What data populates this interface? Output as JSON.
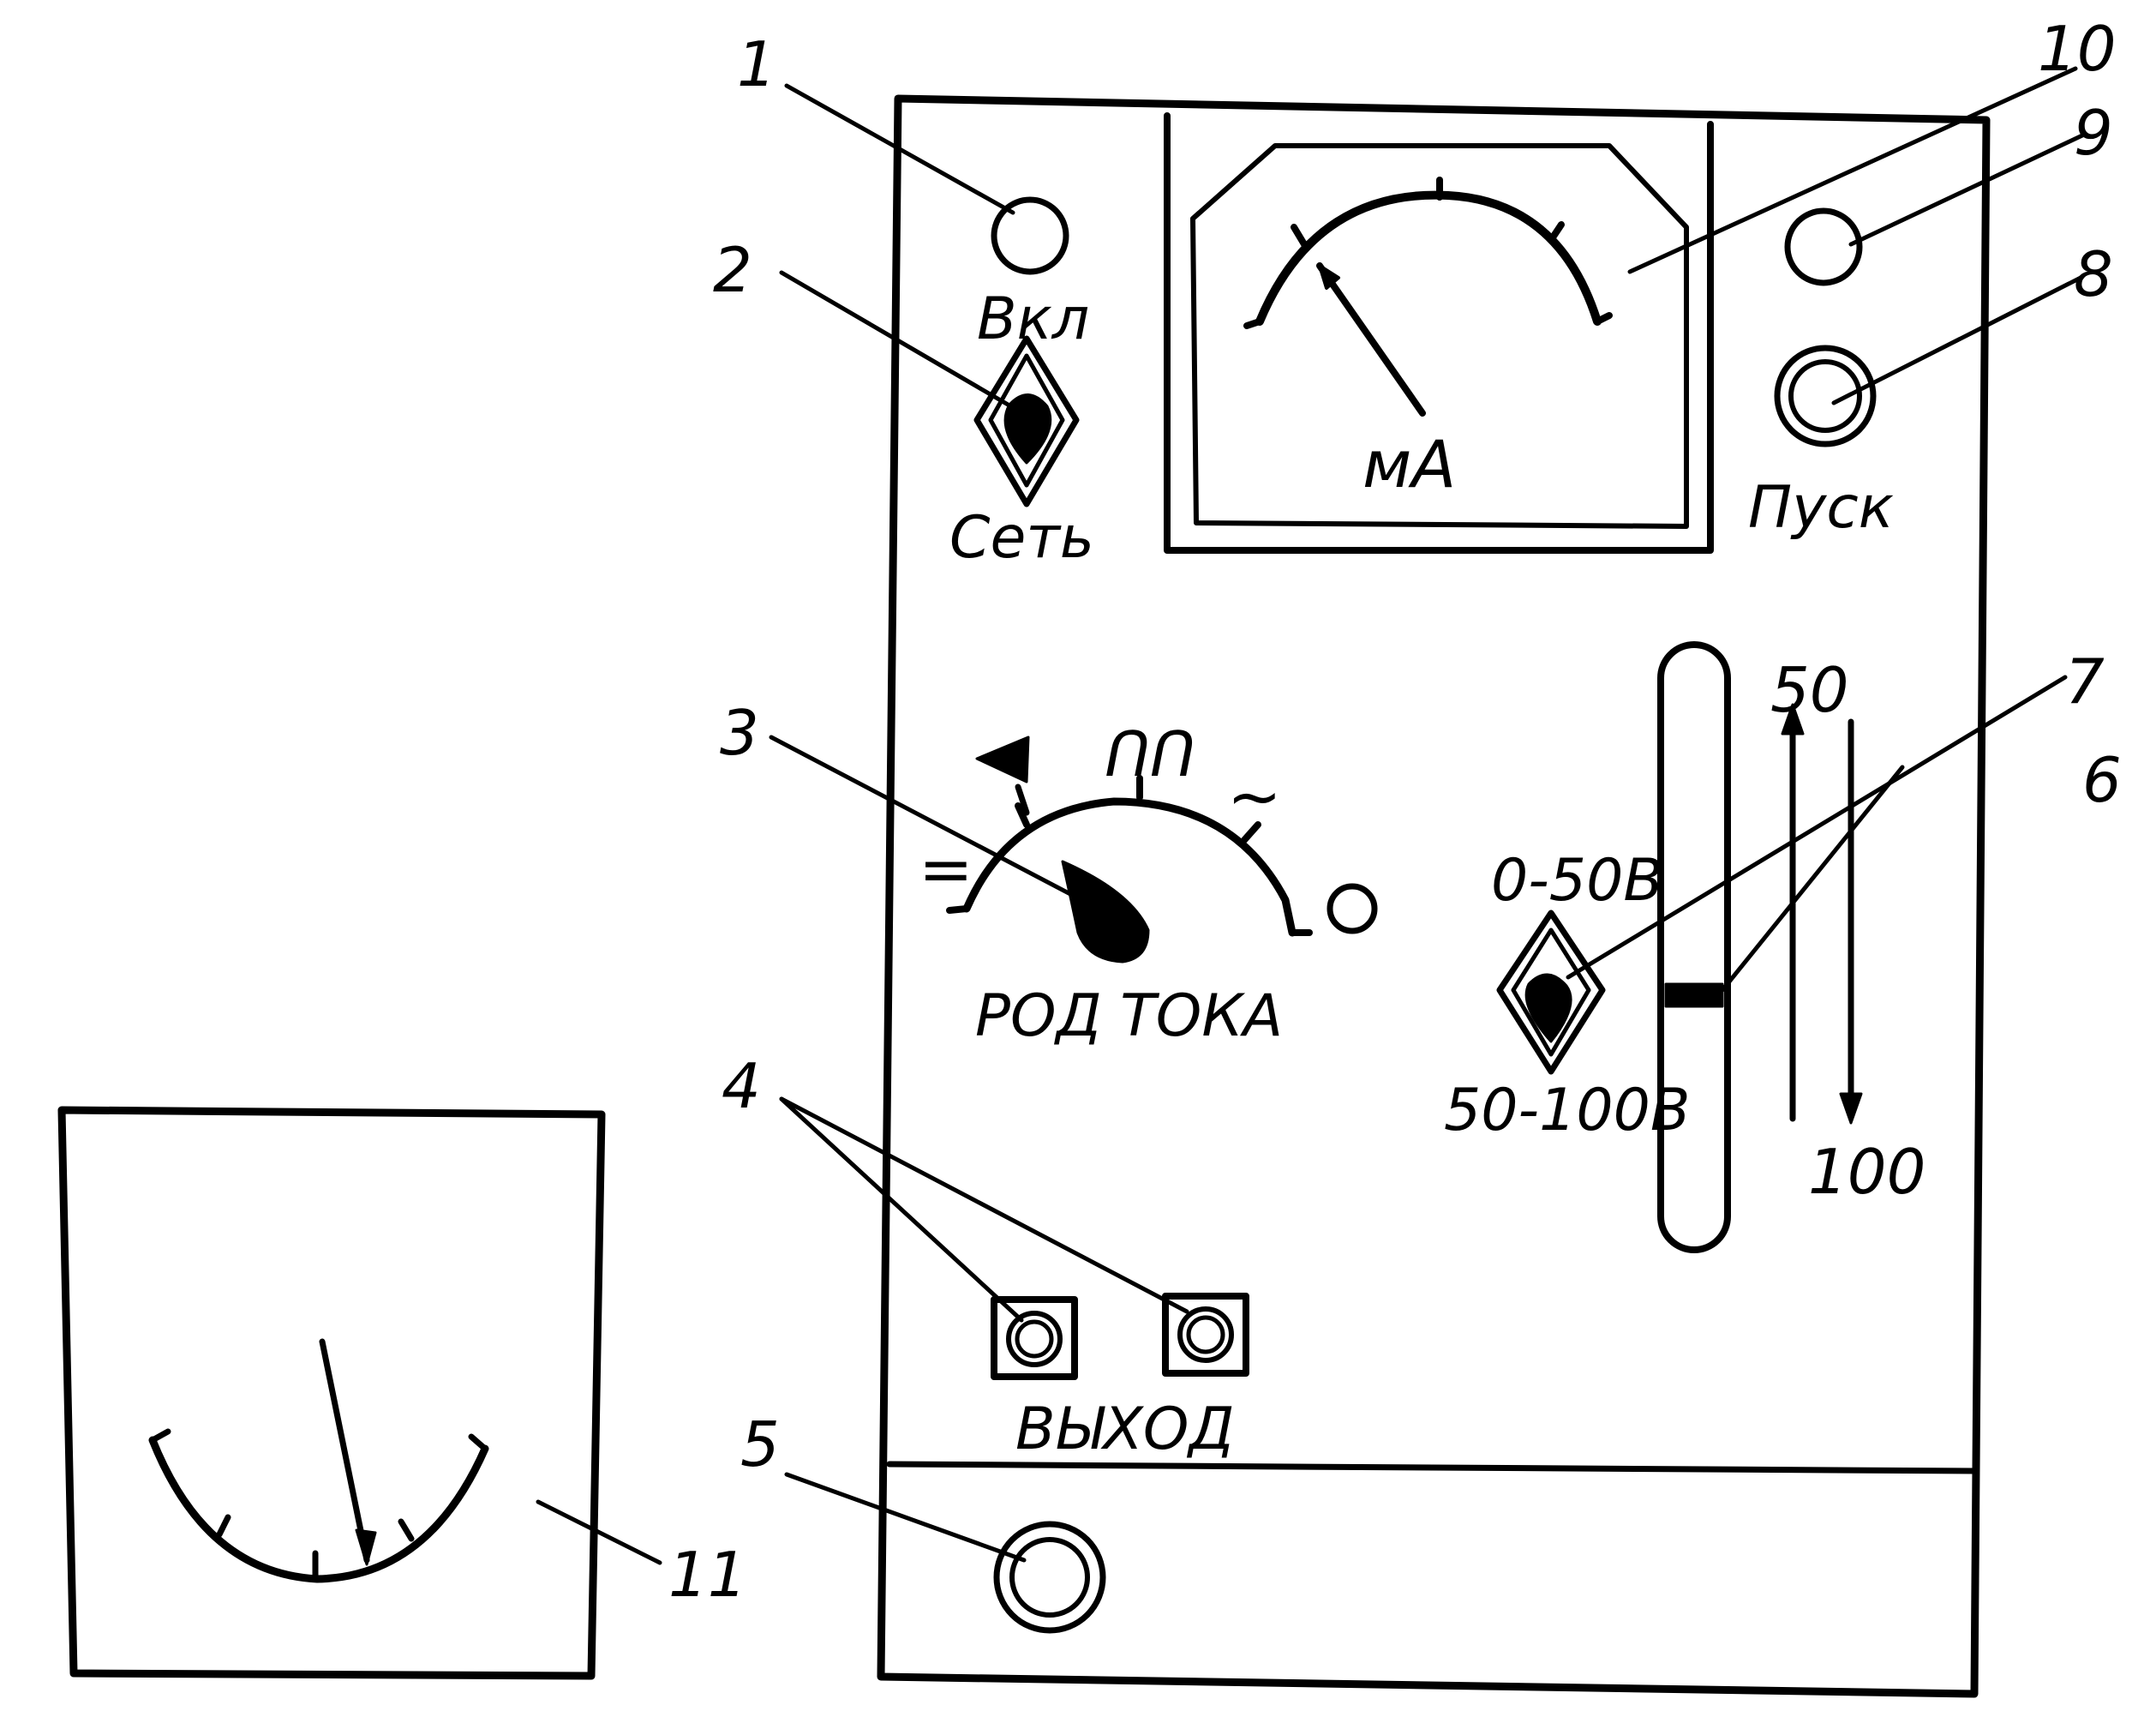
{
  "labels": {
    "power_on": "Вкл",
    "mains": "Сеть",
    "unit_ma": "мА",
    "start": "Пуск",
    "current_type": "РОД ТОКА",
    "range_low": "0-50В",
    "range_high": "50-100В",
    "scale_top": "50",
    "scale_bottom": "100",
    "output": "ВЫХОД"
  },
  "current_type_symbols": {
    "dc": "=",
    "pulse": "ՈՈ",
    "ac": "~"
  },
  "callouts": [
    "1",
    "2",
    "3",
    "4",
    "5",
    "6",
    "7",
    "8",
    "9",
    "10",
    "11"
  ]
}
